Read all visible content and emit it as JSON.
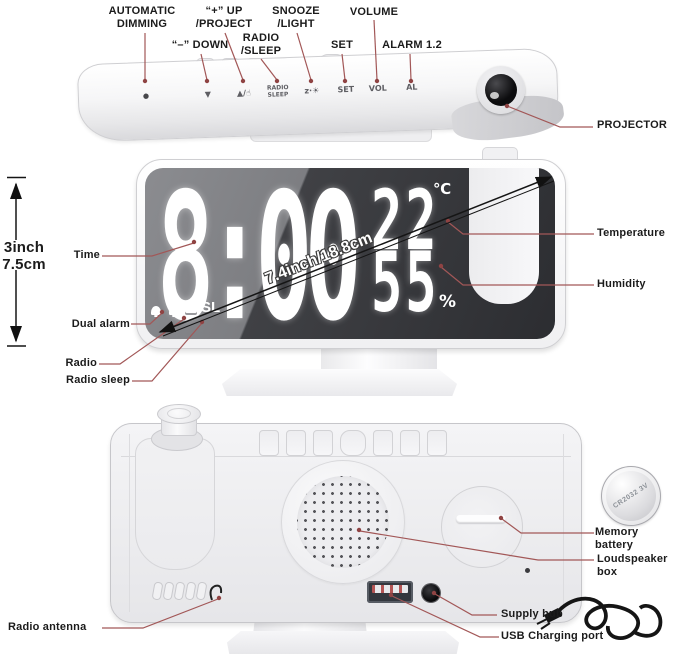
{
  "colors": {
    "leader_line": "#a25757",
    "leader_dot": "#8f4343",
    "label_text": "#1b1b1b",
    "display_digits": "#ffffff",
    "display_face_dark": "#2c2d31"
  },
  "top_view": {
    "labels": {
      "automatic_dimming": "AUTOMATIC\nDIMMING",
      "up_project": "“+” UP\n/PROJECT",
      "snooze_light": "SNOOZE\n/LIGHT",
      "volume": "VOLUME",
      "down": "“–” DOWN",
      "radio_sleep": "RADIO\n/SLEEP",
      "set": "SET",
      "alarm": "ALARM 1.2",
      "projector": "PROJECTOR"
    },
    "button_glyphs": {
      "dimming": "●",
      "down": "▼",
      "up_project": "▲/☝",
      "radio_sleep": "RADIO\nSLEEP",
      "snooze": "z·☀",
      "set": "SET",
      "volume": "VOL",
      "alarm": "AL"
    }
  },
  "front_view": {
    "display": {
      "time": "8:00",
      "temperature": "22",
      "temperature_unit": "℃",
      "humidity": "55",
      "humidity_unit": "%",
      "sleep_indicator": "SL"
    },
    "labels": {
      "time": "Time",
      "height": "3inch\n7.5cm",
      "dual_alarm": "Dual alarm",
      "radio": "Radio",
      "radio_sleep": "Radio sleep",
      "temperature": "Temperature",
      "humidity": "Humidity",
      "diagonal_size": "7.4inch/18.8cm"
    }
  },
  "back_view": {
    "labels": {
      "memory_battery": "Memory battery",
      "loudspeaker": "Loudspeaker box",
      "supply_hub": "Supply hub",
      "usb": "USB Charging port",
      "radio_antenna": "Radio antenna"
    },
    "battery_text": "CR2032 3V"
  }
}
